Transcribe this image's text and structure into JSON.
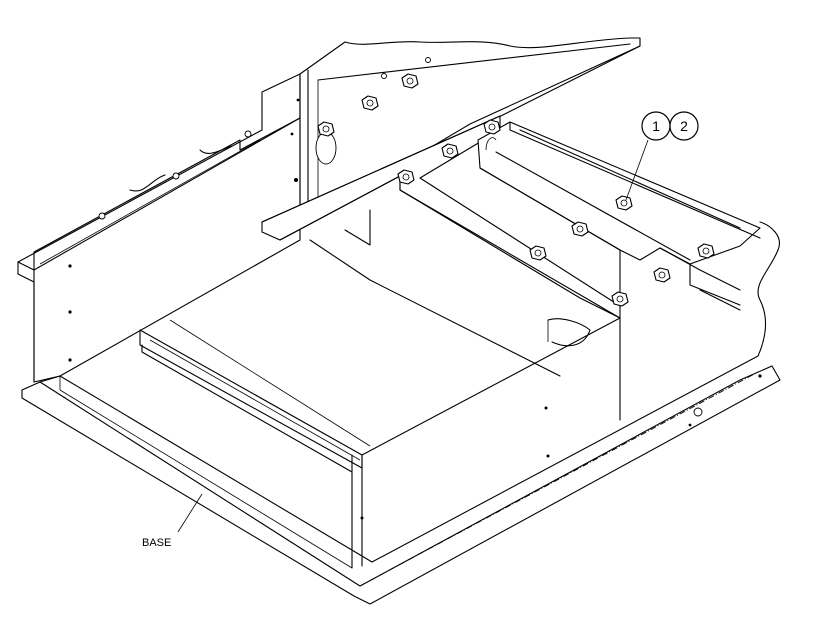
{
  "callouts": [
    {
      "label": "1"
    },
    {
      "label": "2"
    }
  ],
  "labels": {
    "base": "BASE"
  }
}
